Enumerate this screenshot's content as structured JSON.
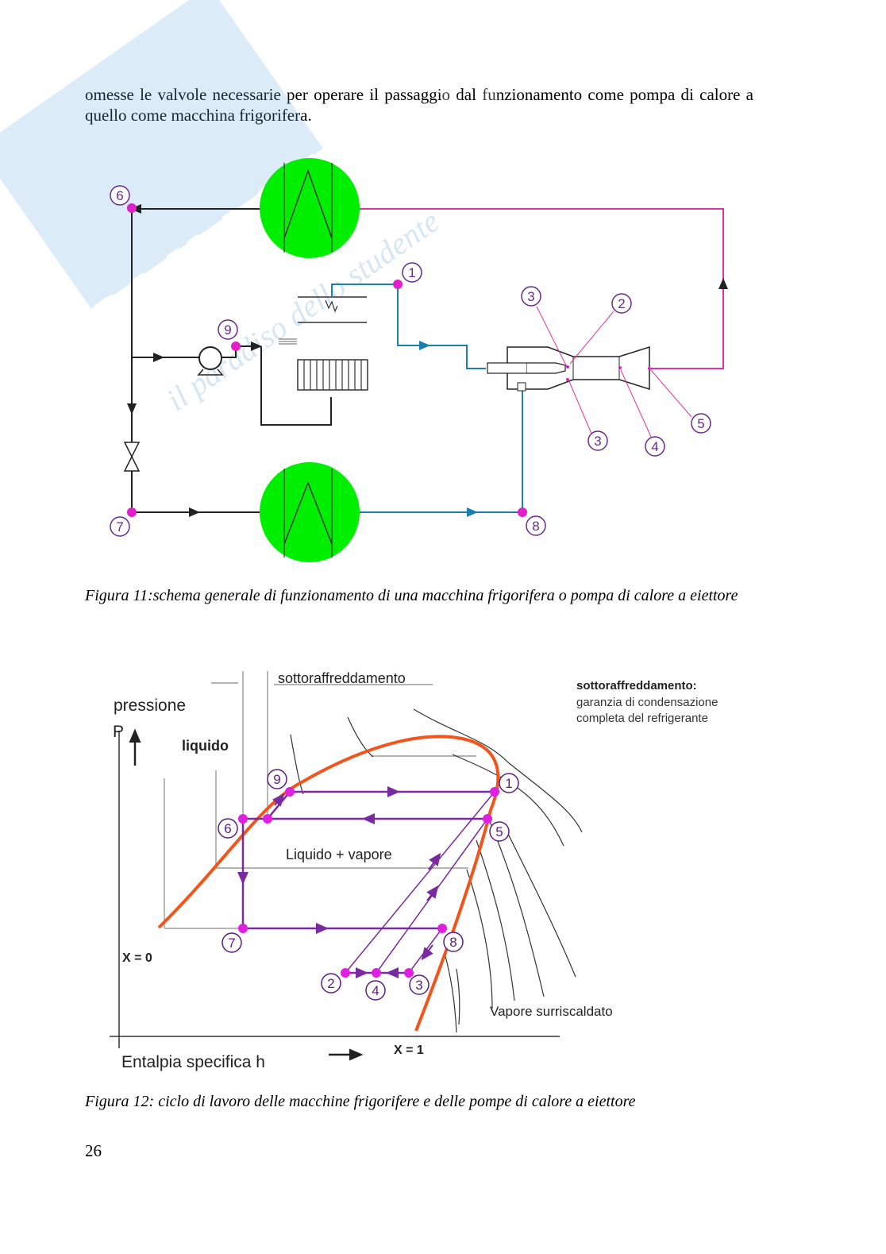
{
  "page": {
    "intro_text": "omesse le valvole necessarie per operare il passaggio dal funzionamento come pompa di calore a quello come macchina frigorifera.",
    "page_number": "26",
    "watermark": {
      "brand": "SKUOLA.net",
      "tagline": "il paradiso dello studente"
    }
  },
  "figure11": {
    "caption": "Figura 11:schema generale di funzionamento di una macchina frigorifera o pompa di calore a eiettore",
    "node_labels": [
      "1",
      "2",
      "3",
      "3",
      "4",
      "5",
      "6",
      "7",
      "8",
      "9"
    ],
    "colors": {
      "heat_exchanger": "#00ee00",
      "hot_line": "#e0349c",
      "cold_line": "#1d7fb0",
      "node": "#e020c8",
      "label": "#6a2b8a"
    }
  },
  "figure12": {
    "caption": "Figura 12: ciclo di lavoro delle macchine frigorifere e delle pompe di calore a eiettore",
    "y_axis_label": "pressione",
    "y_axis_symbol": "P",
    "x_axis_label": "Entalpia specifica h",
    "label_sub": "sottoraffreddamento",
    "label_liquid": "liquido",
    "label_mix": "Liquido + vapore",
    "label_vapor": "Vapore surriscaldato",
    "label_x0": "X = 0",
    "label_x1": "X = 1",
    "note_title": "sottoraffreddamento:",
    "note_line1": "garanzia di condensazione",
    "note_line2": "completa del refrigerante",
    "cycle_points": [
      "1",
      "2",
      "3",
      "4",
      "5",
      "6",
      "7",
      "8",
      "9"
    ],
    "colors": {
      "saturation_curve": "#f2541c",
      "cycle": "#7a2aa0",
      "node": "#e020e0"
    }
  }
}
